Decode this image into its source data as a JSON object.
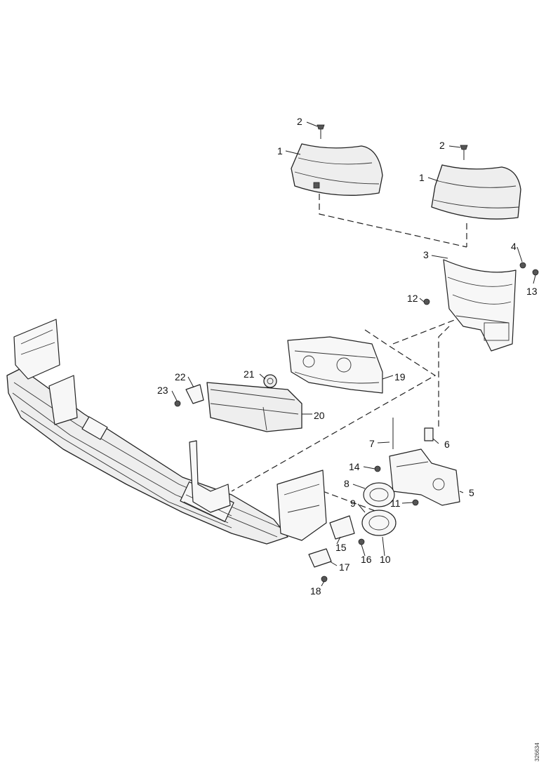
{
  "diagram": {
    "callouts": {
      "c1a": "1",
      "c1b": "1",
      "c2a": "2",
      "c2b": "2",
      "c3": "3",
      "c4": "4",
      "c5": "5",
      "c6": "6",
      "c7": "7",
      "c8": "8",
      "c9": "9",
      "c10": "10",
      "c11": "11",
      "c12": "12",
      "c13": "13",
      "c14": "14",
      "c15": "15",
      "c16": "16",
      "c17": "17",
      "c18": "18",
      "c19": "19",
      "c20": "20",
      "c21": "21",
      "c22": "22",
      "c23": "23"
    },
    "reference_code": "326634"
  }
}
